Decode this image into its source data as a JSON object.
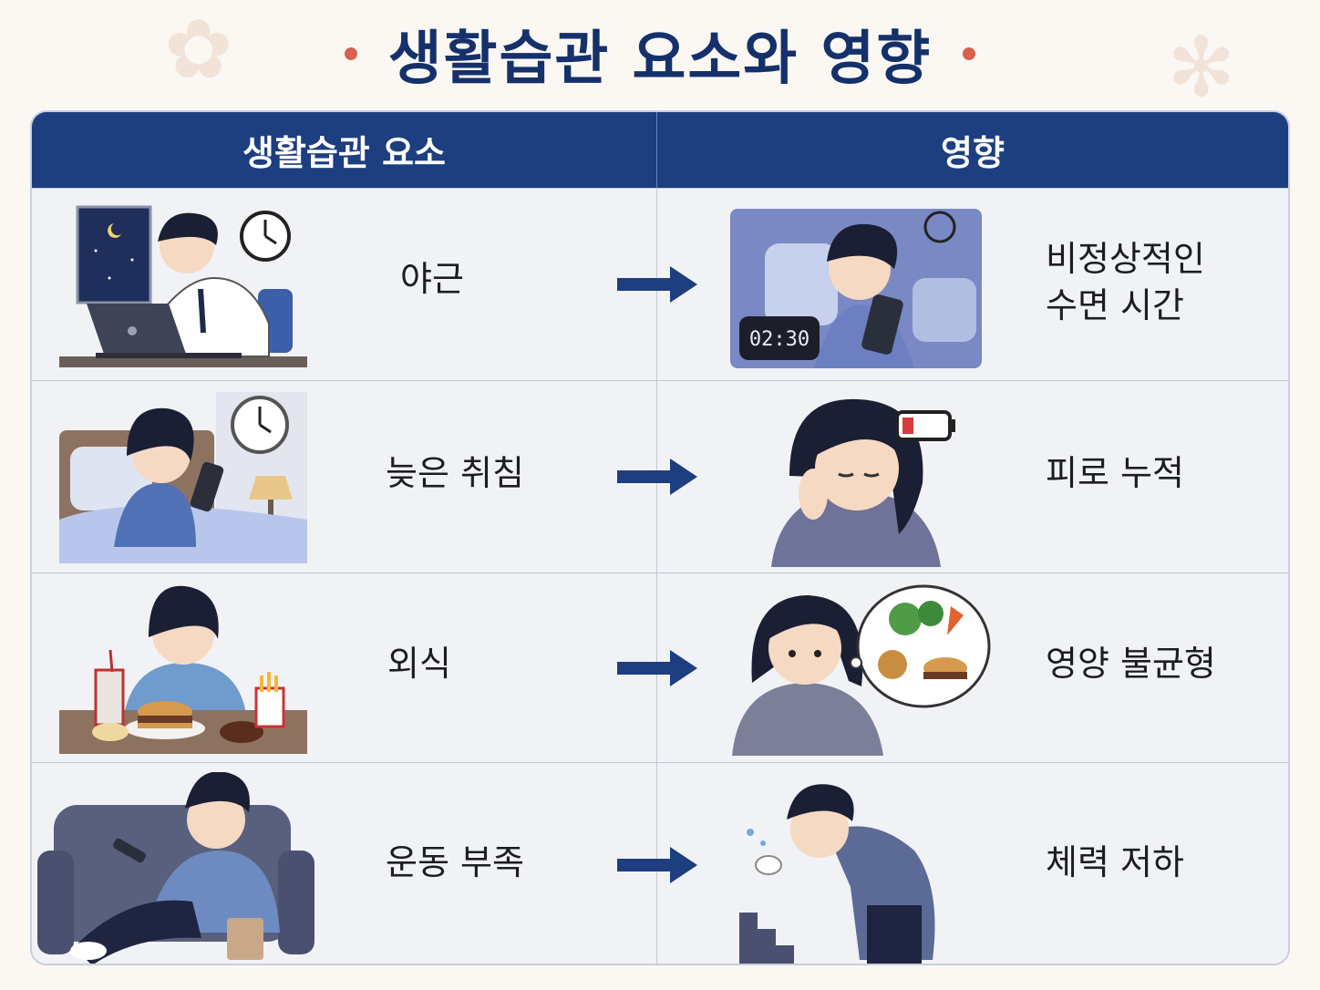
{
  "title": "생활습관 요소와 영향",
  "header": {
    "factor": "생활습관 요소",
    "effect": "영향"
  },
  "rows": [
    {
      "factor": "야근",
      "effect": "비정상적인\n수면 시간",
      "clock_text": "02:30"
    },
    {
      "factor": "늦은 취침",
      "effect": "피로 누적"
    },
    {
      "factor": "외식",
      "effect": "영양 불균형"
    },
    {
      "factor": "운동 부족",
      "effect": "체력 저하"
    }
  ],
  "colors": {
    "navy": "#1d3e7f",
    "title": "#15316b",
    "accent_dot": "#d9624e"
  }
}
